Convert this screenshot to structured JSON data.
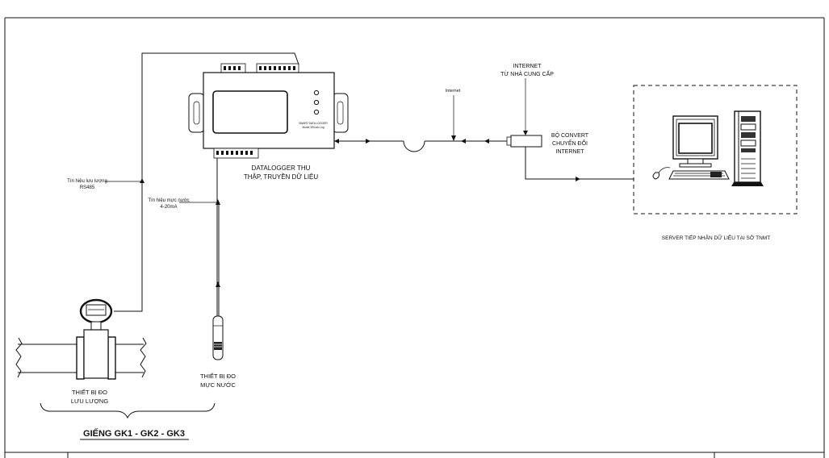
{
  "labels": {
    "datalogger_line1": "DATALOGGER THU",
    "datalogger_line2": "THẬP, TRUYỀN DỮ LIỆU",
    "datalogger_face_line1": "SMART DATA LOGGER",
    "datalogger_face_line2": "Model SRLink-Log",
    "internet_label": "Internet",
    "internet_provider_line1": "INTERNET",
    "internet_provider_line2": "TỪ NHÀ CUNG CẤP",
    "converter_line1": "BỘ CONVERT",
    "converter_line2": "CHUYỂN ĐỔI",
    "converter_line3": "INTERNET",
    "server_caption": "SERVER TIẾP NHẬN DỮ LIỆU TẠI SỞ TNMT",
    "flow_signal_line1": "Tín hiệu lưu lượng",
    "flow_signal_line2": "RS485",
    "level_signal_line1": "Tín hiệu mực nước",
    "level_signal_line2": "4-20mA",
    "level_device_line1": "THIẾT BỊ ĐO",
    "level_device_line2": "MỰC NƯỚC",
    "flow_device_line1": "THIẾT BỊ ĐO",
    "flow_device_line2": "LƯU LƯỢNG",
    "wells_title": "GIẾNG GK1 - GK2 - GK3"
  }
}
